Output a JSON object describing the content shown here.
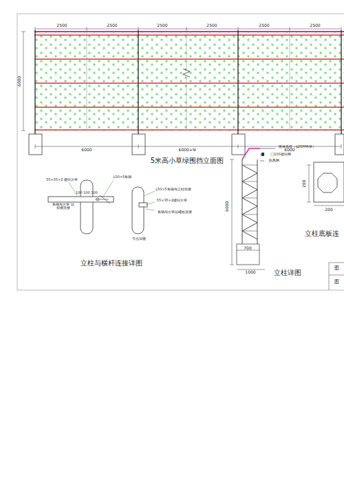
{
  "diagram": {
    "labels": [
      "2500",
      "2500",
      "2500",
      "2500",
      "2500",
      "2500",
      "6000",
      "6000",
      "6000+N",
      "6000",
      "5米高小草绿围挡立面图",
      "55×35×2 镀锌方管",
      "L50×5角钢",
      "100 100 100",
      "角钢与方管 以焊接连接",
      "L50×5角钢与立柱焊接",
      "55×35×2镀锌方管",
      "角钢与方管以螺栓连接",
      "节点详图",
      "立柱与横杆连接详图",
      "喷淋系统（∮25PPR管）",
      "□100镀锌网",
      "防风网",
      "6000",
      "700",
      "1000",
      "立柱详图",
      "200",
      "200",
      "立柱底板连",
      "图",
      "图"
    ]
  }
}
